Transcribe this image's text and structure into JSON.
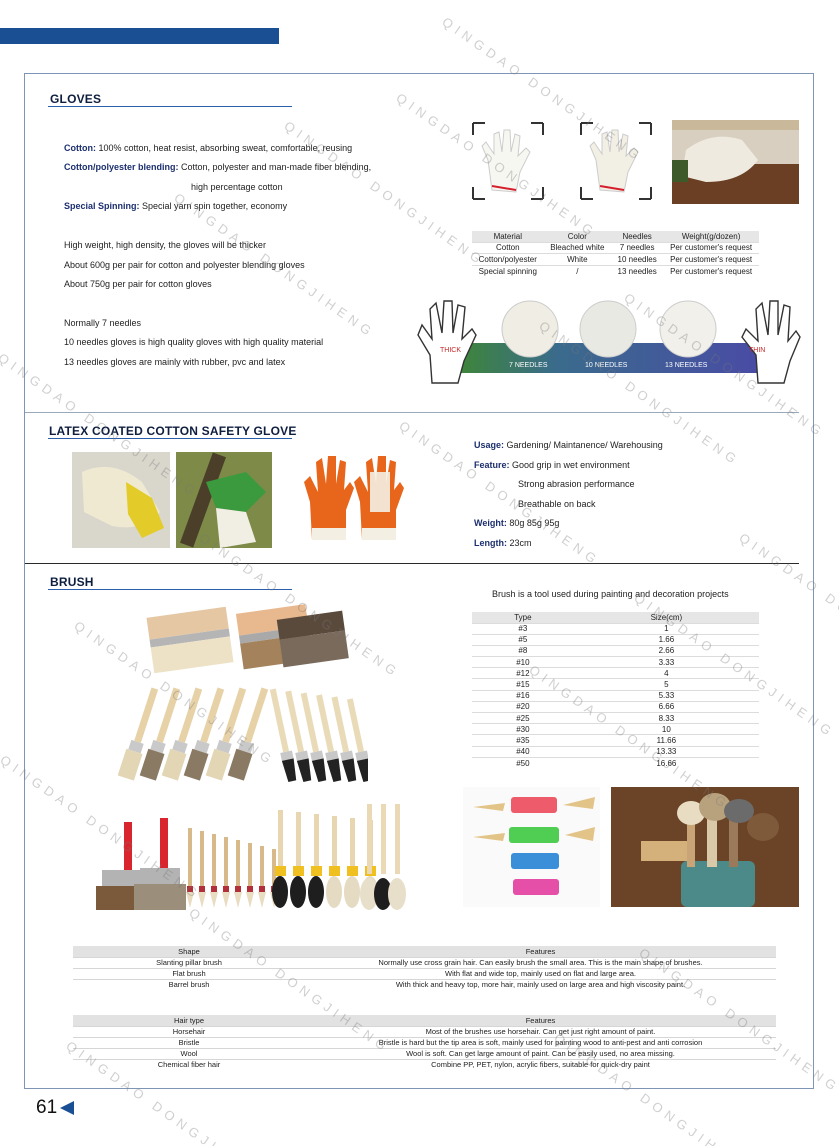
{
  "page_number": "61",
  "watermark": "QINGDAO DONGJIHENG",
  "gloves": {
    "title": "GLOVES",
    "lines": [
      {
        "label": "Cotton:",
        "text": " 100% cotton, heat resist, absorbing sweat, comfortable, reusing"
      },
      {
        "label": "Cotton/polyester blending:",
        "text": " Cotton, polyester and man-made fiber blending,"
      },
      {
        "label": "",
        "text": "high percentage cotton"
      },
      {
        "label": "Special Spinning:",
        "text": " Special yarn spin together, economy"
      }
    ],
    "weight_notes": [
      "High weight, high density, the gloves will be thicker",
      "About 600g per pair for cotton and polyester blending gloves",
      "About 750g per pair for cotton gloves"
    ],
    "needle_notes": [
      "Normally 7 needles",
      "10 needles gloves is high quality gloves with high quality material",
      "13 needles gloves are mainly with rubber, pvc and latex"
    ],
    "spec_table": {
      "headers": [
        "Material",
        "Color",
        "Needles",
        "Weight(g/dozen)"
      ],
      "rows": [
        [
          "Cotton",
          "Bleached white",
          "7 needles",
          "Per customer's request"
        ],
        [
          "Cotton/polyester",
          "White",
          "10 needles",
          "Per customer's request"
        ],
        [
          "Special spinning",
          "/",
          "13 needles",
          "Per customer's request"
        ]
      ]
    },
    "thickness": {
      "thick": "THICK",
      "thin": "THIN",
      "needles": [
        "7 NEEDLES",
        "10 NEEDLES",
        "13 NEEDLES"
      ]
    }
  },
  "latex": {
    "title": "LATEX COATED COTTON SAFETY GLOVE",
    "usage_label": "Usage:",
    "usage": " Gardening/ Maintanence/ Warehousing",
    "feature_label": "Feature:",
    "features": [
      "Good grip in wet environment",
      "Strong abrasion performance",
      "Breathable on back"
    ],
    "weight_label": "Weight:",
    "weight": " 80g   85g   95g",
    "length_label": "Length:",
    "length": " 23cm"
  },
  "brush": {
    "title": "BRUSH",
    "intro": "Brush is a tool used during painting and decoration projects",
    "size_table": {
      "headers": [
        "Type",
        "Size(cm)"
      ],
      "rows": [
        [
          "#3",
          "1"
        ],
        [
          "#5",
          "1.66"
        ],
        [
          "#8",
          "2.66"
        ],
        [
          "#10",
          "3.33"
        ],
        [
          "#12",
          "4"
        ],
        [
          "#15",
          "5"
        ],
        [
          "#16",
          "5.33"
        ],
        [
          "#20",
          "6.66"
        ],
        [
          "#25",
          "8.33"
        ],
        [
          "#30",
          "10"
        ],
        [
          "#35",
          "11.66"
        ],
        [
          "#40",
          "13.33"
        ],
        [
          "#50",
          "16.66"
        ]
      ]
    },
    "shape_table": {
      "headers": [
        "Shape",
        "Features"
      ],
      "rows": [
        [
          "Slanting pillar brush",
          "Normally use cross grain hair. Can easily brush the small area. This is the main shape of brushes."
        ],
        [
          "Flat brush",
          "With flat and wide top, mainly used on flat and large area."
        ],
        [
          "Barrel brush",
          "With thick and heavy top, more hair, mainly used on large area and high viscosity paint."
        ]
      ]
    },
    "hair_table": {
      "headers": [
        "Hair type",
        "Features"
      ],
      "rows": [
        [
          "Horsehair",
          "Most of the brushes use horsehair. Can get just right amount of paint."
        ],
        [
          "Bristle",
          "Bristle is hard but the tip area is soft, mainly used for painting wood to anti-pest and anti corrosion"
        ],
        [
          "Wool",
          "Wool is soft. Can get large amount of paint. Can be easily used, no area missing."
        ],
        [
          "Chemical fiber hair",
          "Combine PP, PET, nylon, acrylic fibers, suitable for quick-dry paint"
        ]
      ]
    }
  },
  "colors": {
    "accent": "#1a4f94",
    "title_text": "#0e1e3f",
    "label_text": "#1c2f6e",
    "orange_latex": "#e8651c"
  }
}
